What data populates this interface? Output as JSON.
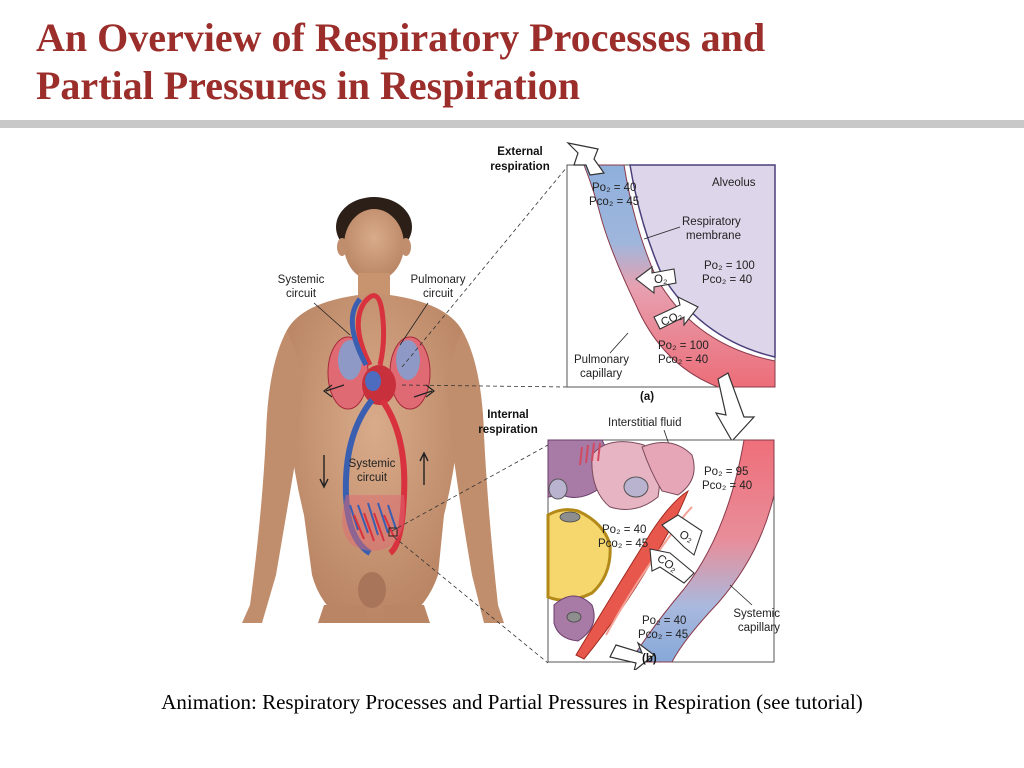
{
  "slide": {
    "title_line1": "An Overview of Respiratory Processes and",
    "title_line2": "Partial Pressures in Respiration",
    "caption": "Animation: Respiratory Processes and Partial Pressures in Respiration (see tutorial)"
  },
  "figure": {
    "body_labels": {
      "systemic_circuit_top_1": "Systemic",
      "systemic_circuit_top_2": "circuit",
      "pulmonary_circuit_1": "Pulmonary",
      "pulmonary_circuit_2": "circuit",
      "systemic_circuit_mid_1": "Systemic",
      "systemic_circuit_mid_2": "circuit"
    },
    "panel_a": {
      "heading_1": "External",
      "heading_2": "respiration",
      "alveolus": "Alveolus",
      "membrane_1": "Respiratory",
      "membrane_2": "membrane",
      "venous_po2": "Po₂ = 40",
      "venous_pco2": "Pco₂ = 45",
      "alveolar_po2": "Po₂ = 100",
      "alveolar_pco2": "Pco₂ = 40",
      "arterial_po2": "Po₂ = 100",
      "arterial_pco2": "Pco₂ = 40",
      "o2_arrow": "O₂",
      "co2_arrow": "CO₂",
      "capillary_1": "Pulmonary",
      "capillary_2": "capillary",
      "panel_letter": "(a)"
    },
    "panel_b": {
      "heading_1": "Internal",
      "heading_2": "respiration",
      "interstitial": "Interstitial fluid",
      "arterial_po2": "Po₂ = 95",
      "arterial_pco2": "Pco₂ = 40",
      "tissue_po2": "Po₂ = 40",
      "tissue_pco2": "Pco₂ = 45",
      "venous_po2": "Po₂ = 40",
      "venous_pco2": "Pco₂ = 45",
      "o2_arrow": "O₂",
      "co2_arrow": "CO₂",
      "capillary_1": "Systemic",
      "capillary_2": "capillary",
      "panel_letter": "(b)"
    }
  },
  "colors": {
    "title": "#9b2d2a",
    "oxygenated_blood": "#e8646e",
    "deoxygenated_blood": "#7fa6d4",
    "alveolus_fill": "#ddd6ea",
    "skin": "#cf9e7d"
  }
}
